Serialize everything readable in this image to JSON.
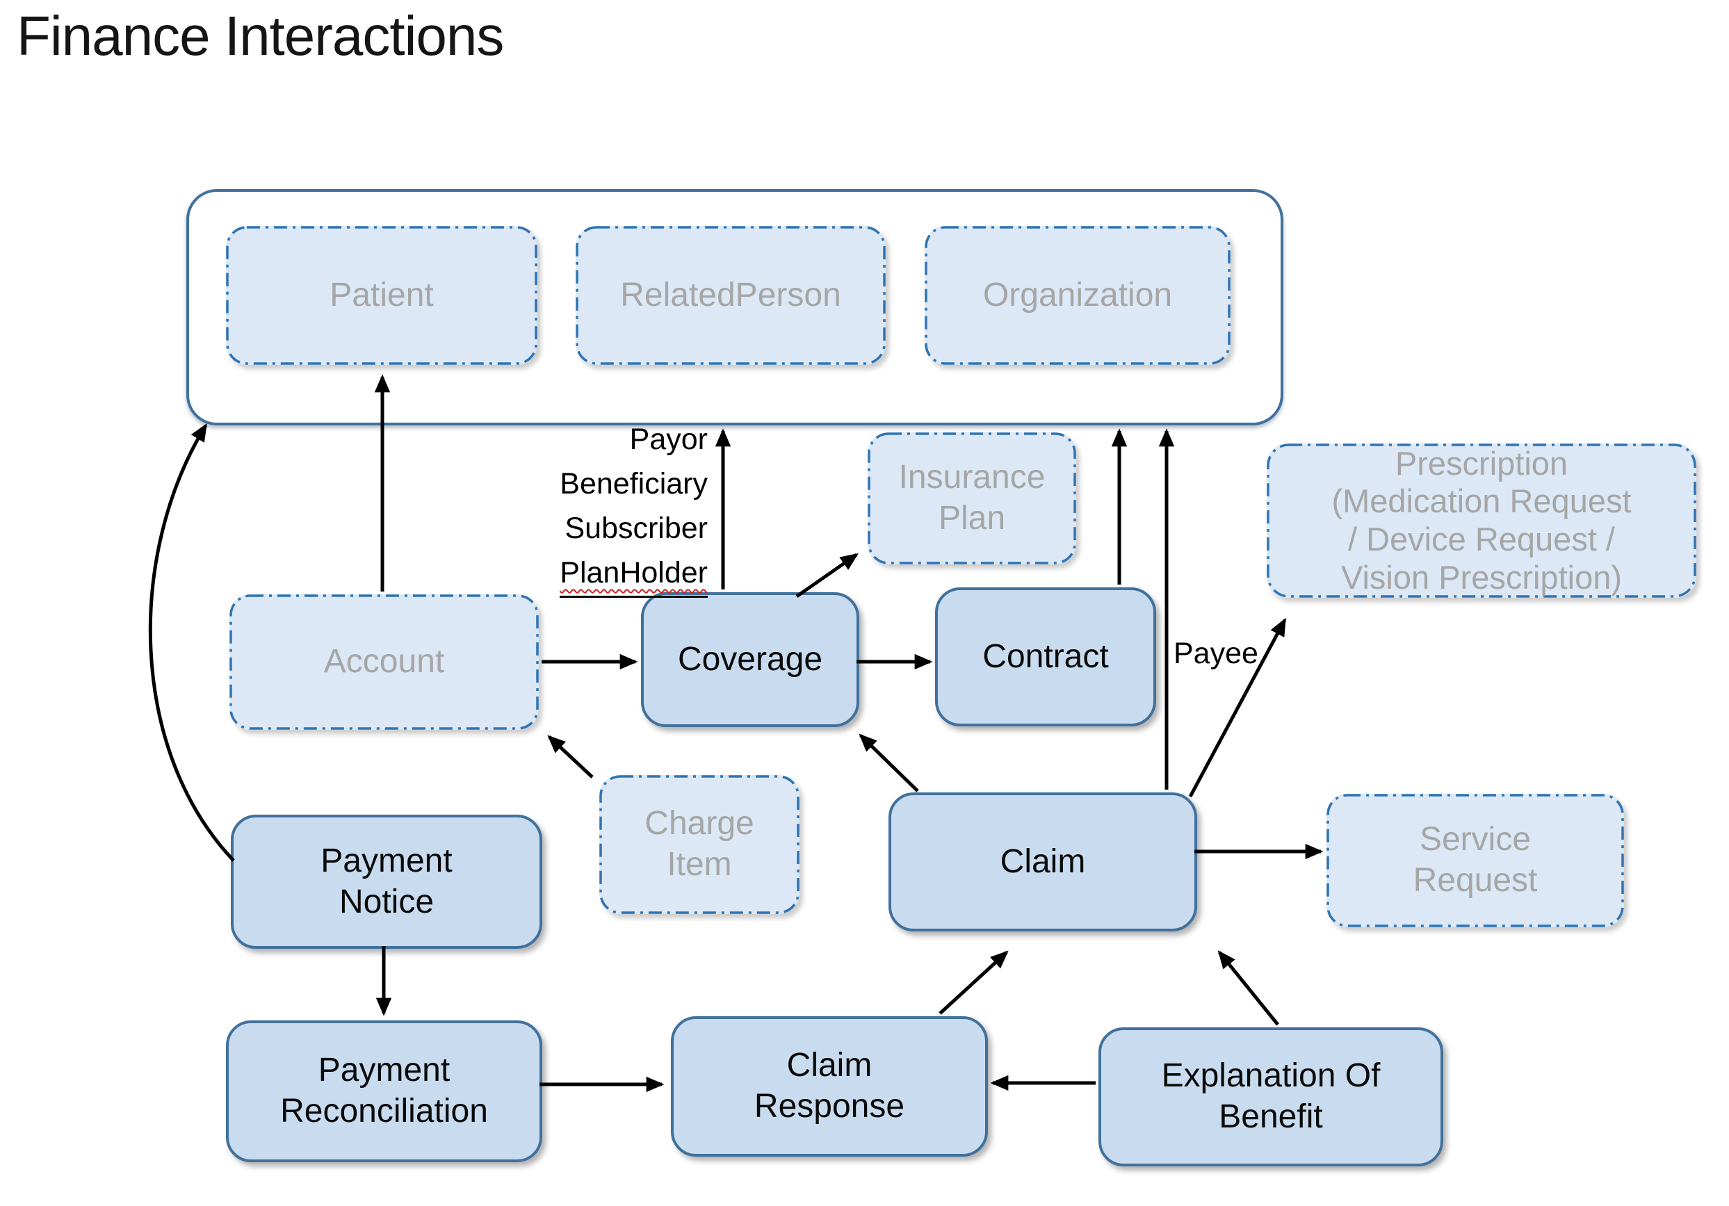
{
  "title": "Finance Interactions",
  "colors": {
    "solid_box_fill": "#c9dcef",
    "solid_box_border": "#41719c",
    "dashed_box_fill": "#dce8f5",
    "dashed_box_border": "#2e74b5",
    "muted_text": "#a6a6a6",
    "container_border": "#41719c",
    "arrow": "#000000",
    "spellcheck_wavy": "#cc2222",
    "background": "#ffffff"
  },
  "party_container": {
    "boxes": [
      {
        "label": "Patient"
      },
      {
        "label": "RelatedPerson"
      },
      {
        "label": "Organization"
      }
    ]
  },
  "boxes": {
    "insurance_plan": "Insurance\nPlan",
    "prescription": "Prescription\n(Medication Request\n/ Device Request /\nVision Prescription)",
    "account": "Account",
    "coverage": "Coverage",
    "contract": "Contract",
    "charge_item": "Charge\nItem",
    "claim": "Claim",
    "service_request": "Service\nRequest",
    "payment_notice": "Payment\nNotice",
    "payment_reconciliation": "Payment\nReconciliation",
    "claim_response": "Claim\nResponse",
    "explanation_of_benefit": "Explanation Of\nBenefit"
  },
  "labels": {
    "coverage_roles": [
      "Payor",
      "Beneficiary",
      "Subscriber"
    ],
    "plan_holder": "PlanHolder",
    "payee": "Payee"
  }
}
